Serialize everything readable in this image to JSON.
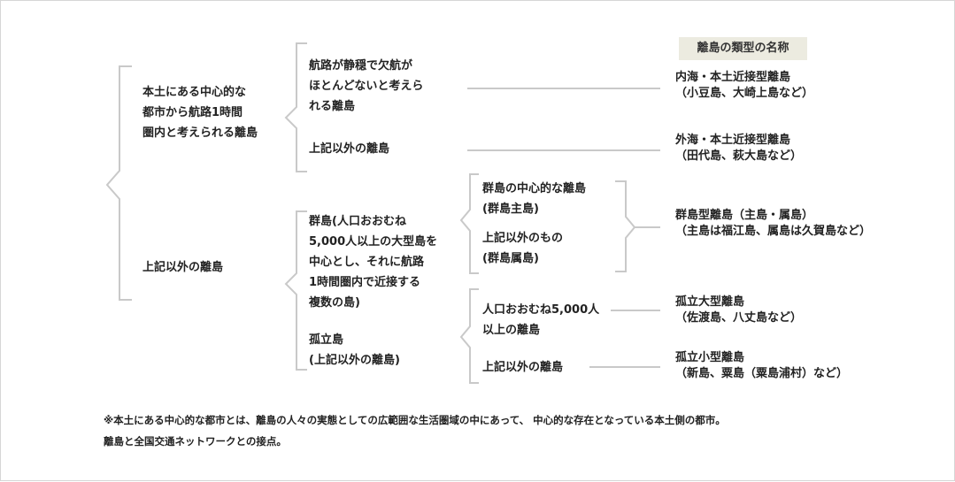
{
  "header": {
    "title": "離島の類型の名称"
  },
  "level1": {
    "mainland": "本土にある中心的な\n都市から航路1時間\n圏内と考えられる離島",
    "other": "上記以外の離島"
  },
  "level2": {
    "few_cancel": "航路が静穏で欠航が\nほとんどないと考えら\nれる離島",
    "other": "上記以外の離島",
    "archipelago": "群島(人口おおむね\n5,000人以上の大型島を\n中心とし、それに航路\n1時間圏内で近接する\n複数の島)",
    "isolated": "孤立島\n(上記以外の離島)"
  },
  "level3": {
    "main_island": "群島の中心的な離島\n(群島主島)",
    "sub_island": "上記以外のもの\n(群島属島)",
    "large": "人口おおむね5,000人\n以上の離島",
    "other": "上記以外の離島"
  },
  "types": {
    "inner_sea": "内海・本土近接型離島\n（小豆島、大崎上島など）",
    "outer_sea": "外海・本土近接型離島\n（田代島、萩大島など）",
    "archipelago": "群島型離島（主島・属島）\n（主島は福江島、属島は久賀島など）",
    "isolated_large": "孤立大型離島\n（佐渡島、八丈島など）",
    "isolated_small": "孤立小型離島\n（新島、粟島（粟島浦村）など）"
  },
  "notes": [
    "※本土にある中心的な都市とは、離島の人々の実態としての広範囲な生活圏域の中にあって、 中心的な存在となっている本土側の都市。",
    "離島と全国交通ネットワークとの接点。"
  ]
}
